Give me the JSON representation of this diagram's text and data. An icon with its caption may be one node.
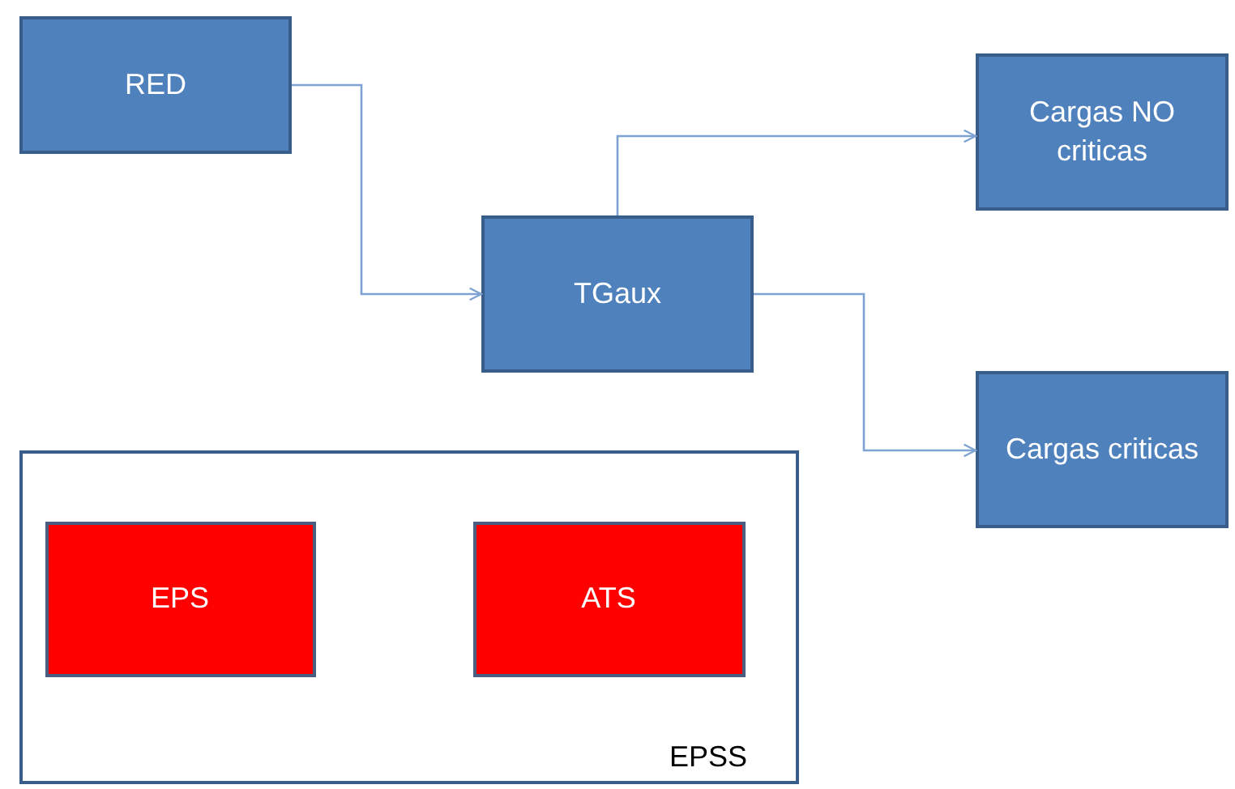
{
  "diagram": {
    "nodes": [
      {
        "text": [
          "RED"
        ]
      },
      {
        "text": [
          "TGaux"
        ]
      },
      {
        "text": [
          "Cargas NO criticas"
        ]
      },
      {
        "text": [
          "Cargas criticas"
        ]
      },
      {
        "text": [
          "EPSS"
        ]
      },
      {
        "text": [
          "EPS"
        ],
        "in": 4
      },
      {
        "text": [
          "ATS"
        ],
        "in": 4
      }
    ],
    "edges": [
      {
        "from": 0,
        "to": 1,
        "arrow": "to"
      },
      {
        "from": 1,
        "to": 2,
        "arrow": "to"
      },
      {
        "from": 1,
        "to": 3,
        "arrow": "to"
      }
    ]
  }
}
